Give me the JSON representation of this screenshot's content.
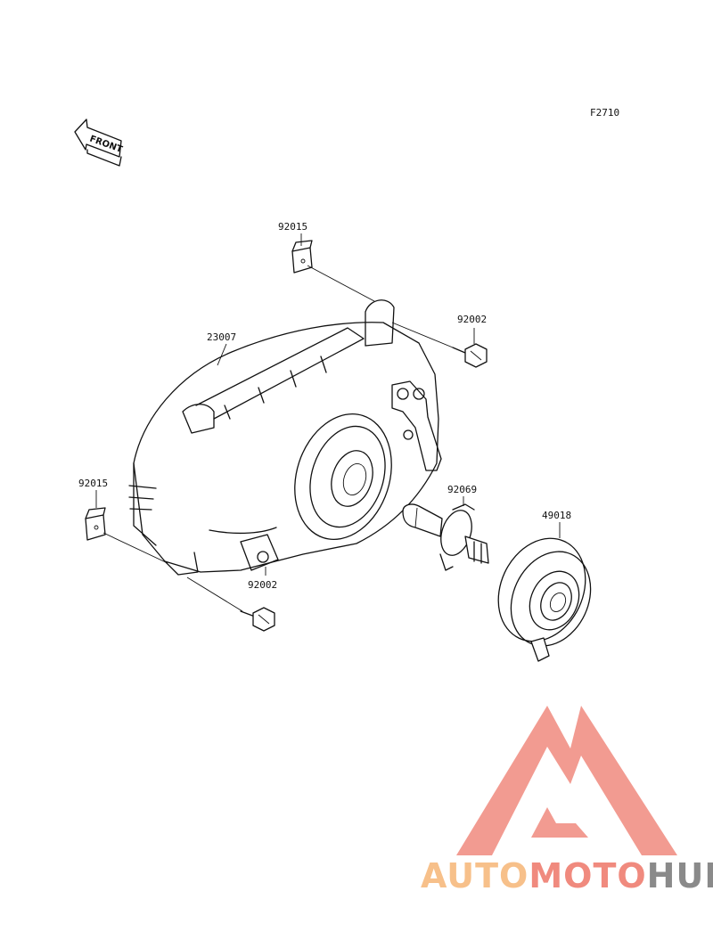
{
  "figure_code": "F2710",
  "front_label": "FRONT",
  "parts": {
    "headlight_unit": "23007",
    "clip_nut_top": "92015",
    "clip_nut_bottom": "92015",
    "bolt_top": "92002",
    "bolt_bottom": "92002",
    "bulb": "92069",
    "socket_cap": "49018"
  },
  "brand": {
    "part1": "AUTO",
    "part2": "MOTO",
    "part3": "HUB",
    "color1": "#F7C08A",
    "color2": "#F08A7E",
    "color3": "#8A8A8A",
    "logo_color": "#F08A7E"
  }
}
